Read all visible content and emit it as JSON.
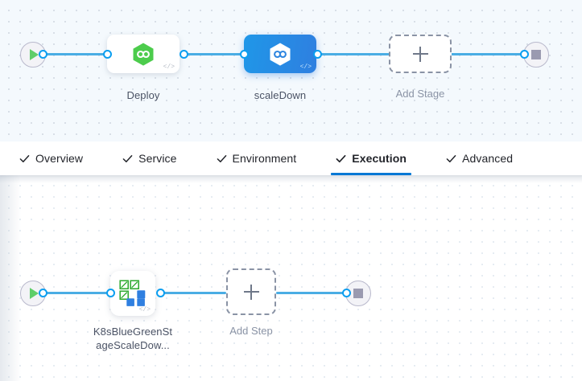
{
  "colors": {
    "accent": "#0278d5",
    "connector": "#4aade4",
    "connector_dot": "#0b9ef0",
    "selected_stage_from": "#1f97e8",
    "selected_stage_to": "#2f7fe0",
    "harness_green": "#5bd25b",
    "play_green": "#5fce6a",
    "stop_gray": "#9a9ab0",
    "stage_canvas_bg": "#f4f9fd",
    "step_canvas_bg": "#ffffff",
    "label_text": "#4a5264",
    "placeholder_text": "#8a93a5"
  },
  "stage_canvas": {
    "start_node": {
      "icon": "play-icon",
      "title": "Start"
    },
    "end_node": {
      "icon": "stop-icon",
      "title": "End"
    },
    "stages": [
      {
        "label": "Deploy",
        "icon": "harness-cd-hexagon-icon",
        "badge": "code-icon",
        "selected": false
      },
      {
        "label": "scaleDown",
        "icon": "harness-cd-hexagon-icon",
        "badge": "code-icon",
        "selected": true
      }
    ],
    "add_stage": {
      "label": "Add Stage",
      "icon": "plus-icon"
    }
  },
  "tabs": {
    "items": [
      {
        "label": "Overview",
        "icon": "check-icon",
        "active": false
      },
      {
        "label": "Service",
        "icon": "check-icon",
        "active": false
      },
      {
        "label": "Environment",
        "icon": "check-icon",
        "active": false
      },
      {
        "label": "Execution",
        "icon": "check-icon",
        "active": true
      },
      {
        "label": "Advanced",
        "icon": "check-icon",
        "active": false
      }
    ]
  },
  "step_canvas": {
    "start_node": {
      "icon": "play-icon",
      "title": "Start"
    },
    "end_node": {
      "icon": "stop-icon",
      "title": "End"
    },
    "steps": [
      {
        "label_line1": "K8sBlueGreenSt",
        "label_line2": "ageScaleDow...",
        "icon": "k8s-bluegreen-scale-icon",
        "badge": "code-icon"
      }
    ],
    "add_step": {
      "label": "Add Step",
      "icon": "plus-icon"
    }
  }
}
